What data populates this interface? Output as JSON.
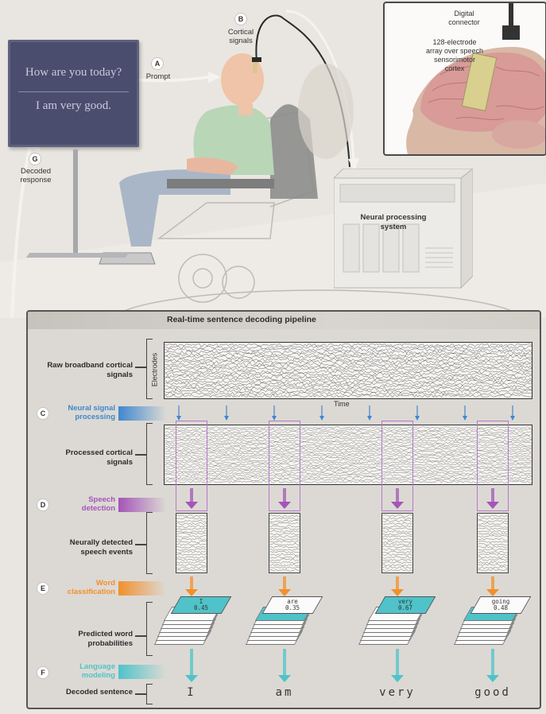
{
  "monitor": {
    "prompt_text": "How are you today?",
    "response_text": "I am very good."
  },
  "callouts": {
    "a": {
      "letter": "A",
      "label": "Prompt"
    },
    "b": {
      "letter": "B",
      "label_line1": "Cortical",
      "label_line2": "signals"
    },
    "g": {
      "letter": "G",
      "label_line1": "Decoded",
      "label_line2": "response"
    }
  },
  "inset": {
    "connector_line1": "Digital",
    "connector_line2": "connector",
    "array_line1": "128-electrode",
    "array_line2": "array over speech",
    "array_line3": "sensorimotor",
    "array_line4": "cortex"
  },
  "processing_system": {
    "line1": "Neural processing",
    "line2": "system"
  },
  "pipeline": {
    "title": "Real-time sentence decoding pipeline",
    "raw_label_line1": "Raw broadband cortical",
    "raw_label_line2": "signals",
    "electrodes_axis": "Electrodes",
    "time_axis": "Time",
    "processed_label_line1": "Processed cortical",
    "processed_label_line2": "signals",
    "events_label_line1": "Neurally detected",
    "events_label_line2": "speech events",
    "probabilities_label_line1": "Predicted word",
    "probabilities_label_line2": "probabilities",
    "sentence_label": "Decoded sentence",
    "stages": [
      {
        "letter": "C",
        "line1": "Neural signal",
        "line2": "processing",
        "color": "#3f87cf"
      },
      {
        "letter": "D",
        "line1": "Speech",
        "line2": "detection",
        "color": "#a455b8"
      },
      {
        "letter": "E",
        "line1": "Word",
        "line2": "classification",
        "color": "#f1902c"
      },
      {
        "letter": "F",
        "line1": "Language",
        "line2": "modeling",
        "color": "#4fc3c9"
      }
    ],
    "predictions": [
      {
        "word": "I",
        "probability": "0.45",
        "highlighted": true
      },
      {
        "word": "are",
        "probability": "0.35",
        "highlighted": false
      },
      {
        "word": "very",
        "probability": "0.67",
        "highlighted": true
      },
      {
        "word": "going",
        "probability": "0.48",
        "highlighted": false
      }
    ],
    "decoded_words": [
      "I",
      "am",
      "very",
      "good"
    ]
  },
  "colors": {
    "signal_processing": "#3f87cf",
    "speech_detection": "#a455b8",
    "word_classification": "#f1902c",
    "language_modeling": "#4fc3c9",
    "monitor_bg": "#4a4d6e",
    "panel_bg": "#dcd9d4"
  }
}
